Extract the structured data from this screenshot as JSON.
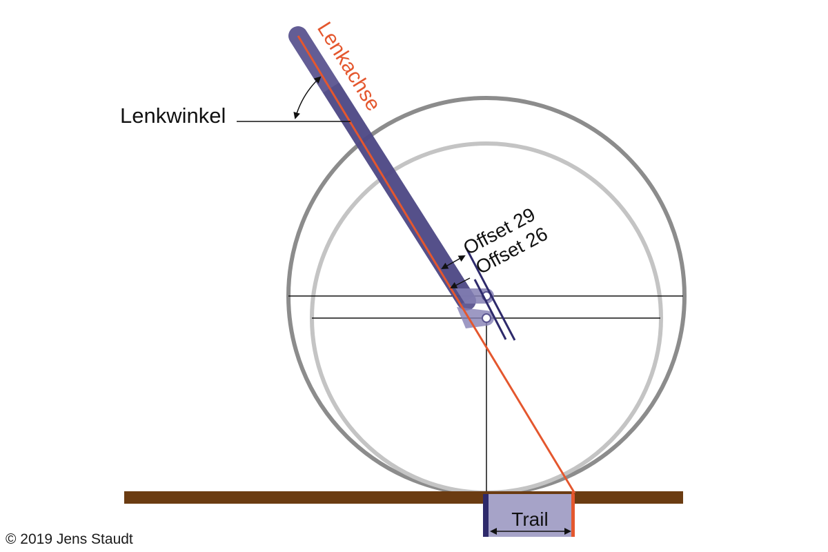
{
  "labels": {
    "steering_axis": "Lenkachse",
    "steering_angle": "Lenkwinkel",
    "offset_29": "Offset 29",
    "offset_26": "Offset 26",
    "trail": "Trail"
  },
  "copyright": "© 2019 Jens Staudt",
  "colors": {
    "steering_axis": "#e4572e",
    "fork": "#5b5590",
    "wheel_29": "#8c8c8c",
    "wheel_26": "#c4c4c4",
    "ground": "#6b3c12",
    "trail_box": "#a6a3c8",
    "line": "#111111"
  }
}
